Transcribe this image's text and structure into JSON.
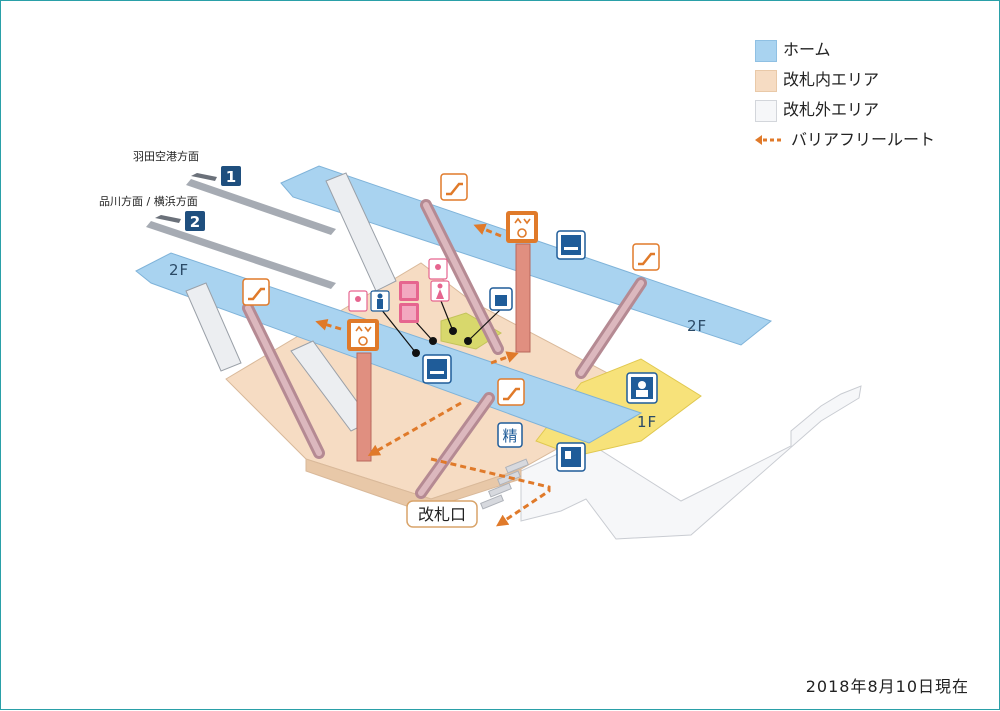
{
  "legend": {
    "platform": "ホーム",
    "inside_gate": "改札内エリア",
    "outside_gate": "改札外エリア",
    "barrier_free": "バリアフリールート"
  },
  "lines": {
    "track1": {
      "direction": "羽田空港方面",
      "number": "1"
    },
    "track2": {
      "direction": "品川方面 / 横浜方面",
      "number": "2"
    }
  },
  "floors": {
    "f2_left": "2F",
    "f2_right": "2F",
    "f1": "1F"
  },
  "gate_label": "改札口",
  "fare_adjust_label": "精",
  "date_note": "2018年8月10日現在",
  "colors": {
    "platform": "#a9d3f0",
    "inside_gate": "#f6dcc3",
    "outside_gate": "#f6f7f9",
    "yellow_area": "#f7e27a",
    "route": "#e07a2a",
    "icon_blue": "#1f5c99",
    "icon_orange": "#e07a2a",
    "icon_pink": "#e6658f",
    "pillar": "#e08f80"
  }
}
